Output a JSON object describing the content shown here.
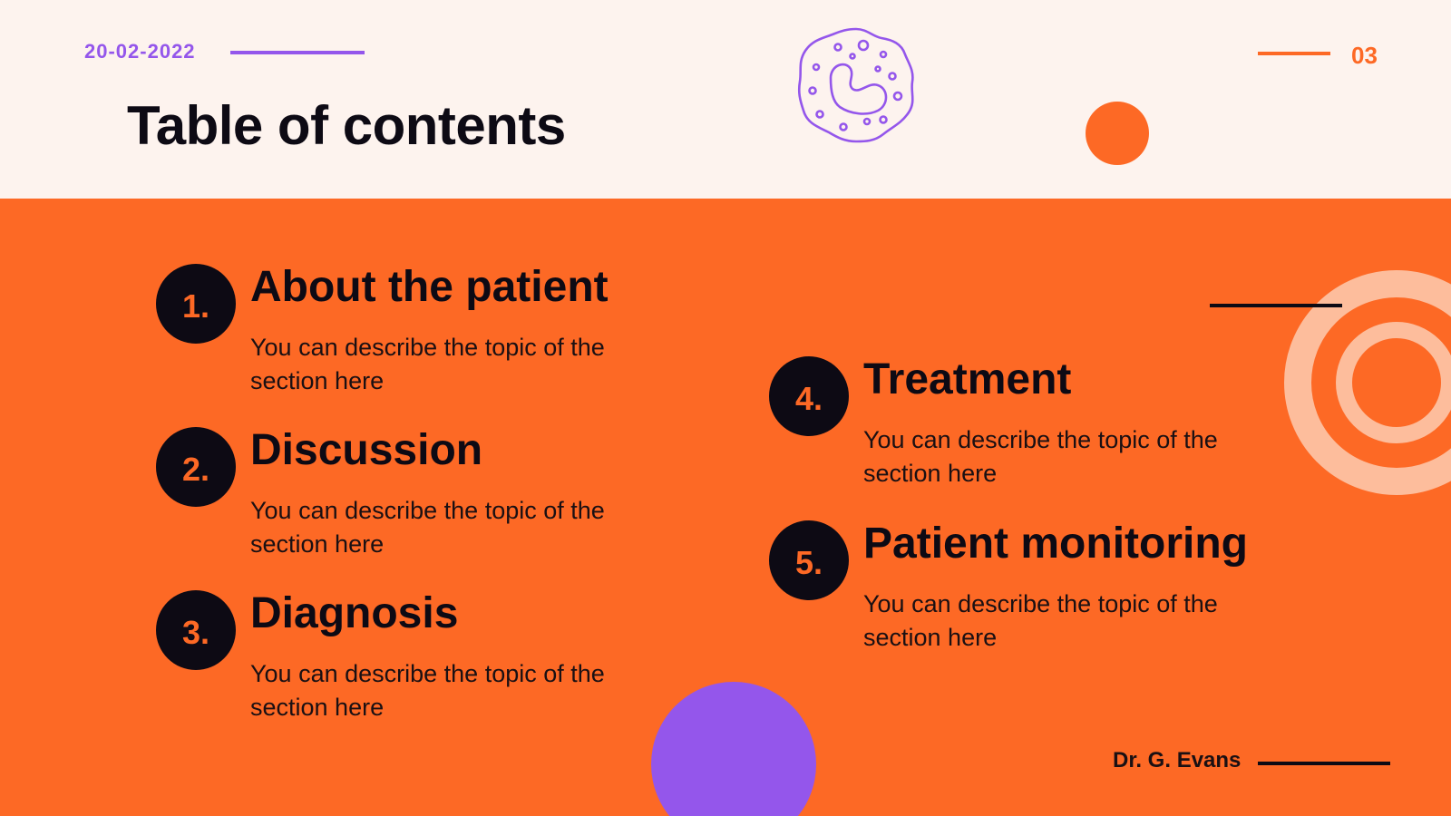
{
  "header": {
    "date": "20-02-2022",
    "page_number": "03",
    "title": "Table of contents"
  },
  "items": [
    {
      "number": "1.",
      "title": "About the patient",
      "description": "You can describe the topic of the section here"
    },
    {
      "number": "2.",
      "title": "Discussion",
      "description": "You can describe the topic of the section here"
    },
    {
      "number": "3.",
      "title": "Diagnosis",
      "description": "You can describe the topic of the section here"
    },
    {
      "number": "4.",
      "title": "Treatment",
      "description": "You can describe the topic of the section here"
    },
    {
      "number": "5.",
      "title": "Patient monitoring",
      "description": "You can describe the topic of the section here"
    }
  ],
  "footer": {
    "author": "Dr. G. Evans"
  },
  "decorations": {
    "cell_icon": "cell-icon",
    "target_icon": "concentric-circles-icon"
  },
  "colors": {
    "orange": "#fd6925",
    "purple": "#9456eb",
    "dark": "#0d0a14",
    "cream": "#fdf3ee",
    "light_peach": "#fdbd9c"
  }
}
